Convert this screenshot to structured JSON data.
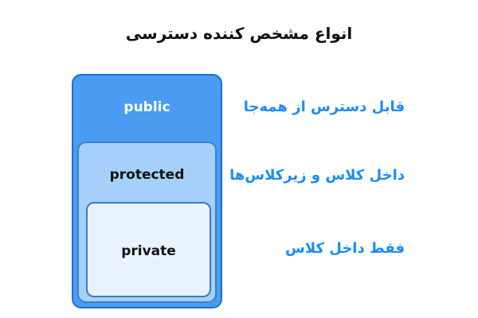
{
  "title": "انواع مشخص کننده دسترسی",
  "levels": [
    {
      "label": "public",
      "description": "قابل دسترس از همه‌جا"
    },
    {
      "label": "protected",
      "description": "داخل کلاس و زیرکلاس‌ها"
    },
    {
      "label": "private",
      "description": "فقط داخل کلاس"
    }
  ],
  "colors": {
    "public_fill": "#4a9cf2",
    "protected_fill": "#a6d0fb",
    "private_fill": "#e8f3fe",
    "public_label": "#ffffff",
    "inner_label": "#111111",
    "description_text": "#1c8cf0",
    "title_text": "#111111"
  }
}
